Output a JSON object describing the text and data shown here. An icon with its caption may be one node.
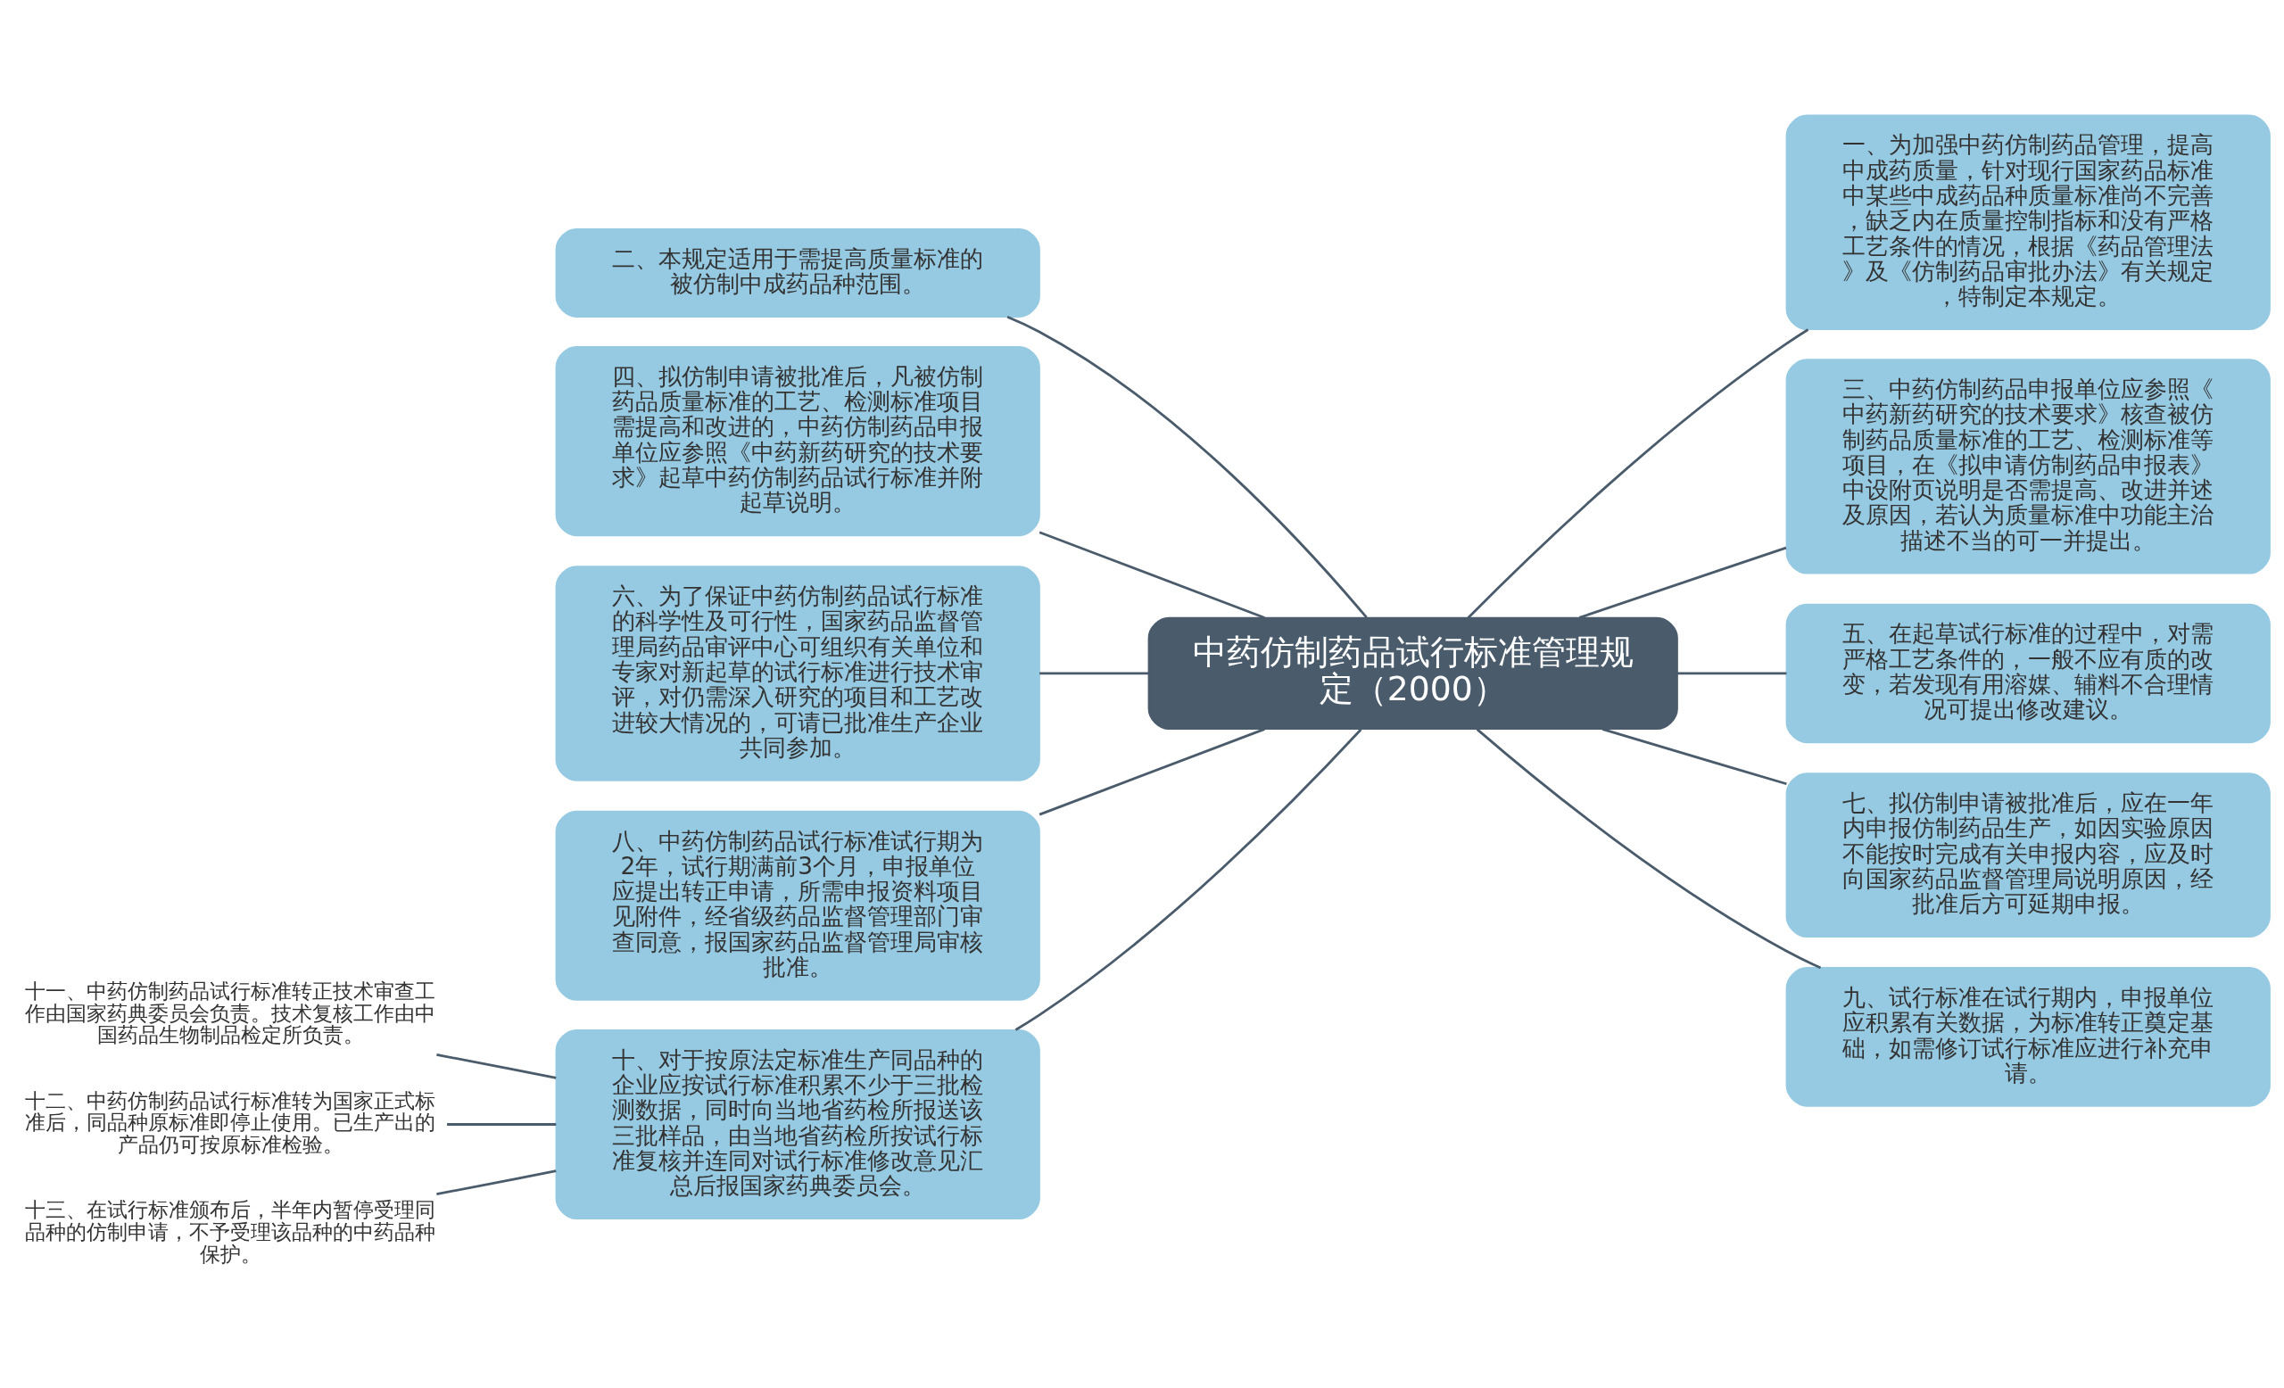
{
  "diagram": {
    "nodes": [
      {
        "text": [
          "中药仿制药品试行标准管理规定（2000）"
        ]
      },
      {
        "text": [
          "二、本规定适用于需提高质量标准的被仿制中成药品种范围。"
        ]
      },
      {
        "text": [
          "一、为加强中药仿制药品管理，提高中成药质量，针对现行国家药品标准中某些中成药品种质量标准尚不完善，缺乏内在质量控制指标和没有严格工艺条件的情况，根据《药品管理法》及《仿制药品审批办法》有关规定，特制定本规定。"
        ]
      },
      {
        "text": [
          "四、拟仿制申请被批准后，凡被仿制药品质量标准的工艺、检测标准项目需提高和改进的，中药仿制药品申报单位应参照《中药新药研究的技术要求》起草中药仿制药品试行标准并附起草说明。"
        ]
      },
      {
        "text": [
          "三、中药仿制药品申报单位应参照《中药新药研究的技术要求》核查被仿制药品质量标准的工艺、检测标准等项目，在《拟申请仿制药品申报表》中设附页说明是否需提高、改进并述及原因，若认为质量标准中功能主治描述不当的可一并提出。"
        ]
      },
      {
        "text": [
          "六、为了保证中药仿制药品试行标准的科学性及可行性，国家药品监督管理局药品审评中心可组织有关单位和专家对新起草的试行标准进行技术审评，对仍需深入研究的项目和工艺改进较大情况的，可请已批准生产企业共同参加。"
        ]
      },
      {
        "text": [
          "五、在起草试行标准的过程中，对需严格工艺条件的，一般不应有质的改变，若发现有用溶媒、辅料不合理情况可提出修改建议。"
        ]
      },
      {
        "text": [
          "八、中药仿制药品试行标准试行期为2年，试行期满前3个月，申报单位应提出转正申请，所需申报资料项目见附件，经省级药品监督管理部门审查同意，报国家药品监督管理局审核批准。"
        ]
      },
      {
        "text": [
          "七、拟仿制申请被批准后，应在一年内申报仿制药品生产，如因实验原因不能按时完成有关申报内容，应及时向国家药品监督管理局说明原因，经批准后方可延期申报。"
        ]
      },
      {
        "text": [
          "十、对于按原法定标准生产同品种的企业应按试行标准积累不少于三批检测数据，同时向当地省药检所报送该三批样品，由当地省药检所按试行标准复核并连同对试行标准修改意见汇总后报国家药典委员会。"
        ]
      },
      {
        "text": [
          "九、试行标准在试行期内，申报单位应积累有关数据，为标准转正奠定基础，如需修订试行标准应进行补充申请。"
        ]
      },
      {
        "text": [
          "十一、中药仿制药品试行标准转正技术审查工作由国家药典委员会负责。技术复核工作由中国药品生物制品检定所负责。"
        ]
      },
      {
        "text": [
          "十二、中药仿制药品试行标准转为国家正式标准后，同品种原标准即停止使用。已生产出的产品仍可按原标准检验。"
        ]
      },
      {
        "text": [
          "十三、在试行标准颁布后，半年内暂停受理同品种的仿制申请，不予受理该品种的中药品种保护。"
        ]
      }
    ],
    "edges": [
      {
        "from": 0,
        "to": 1,
        "arrow": "none"
      },
      {
        "from": 0,
        "to": 2,
        "arrow": "none"
      },
      {
        "from": 0,
        "to": 3,
        "arrow": "none"
      },
      {
        "from": 0,
        "to": 4,
        "arrow": "none"
      },
      {
        "from": 0,
        "to": 5,
        "arrow": "none"
      },
      {
        "from": 0,
        "to": 6,
        "arrow": "none"
      },
      {
        "from": 0,
        "to": 7,
        "arrow": "none"
      },
      {
        "from": 0,
        "to": 8,
        "arrow": "none"
      },
      {
        "from": 0,
        "to": 9,
        "arrow": "none"
      },
      {
        "from": 0,
        "to": 10,
        "arrow": "none"
      },
      {
        "from": 9,
        "to": 11,
        "arrow": "none"
      },
      {
        "from": 9,
        "to": 12,
        "arrow": "none"
      },
      {
        "from": 9,
        "to": 13,
        "arrow": "none"
      }
    ]
  }
}
